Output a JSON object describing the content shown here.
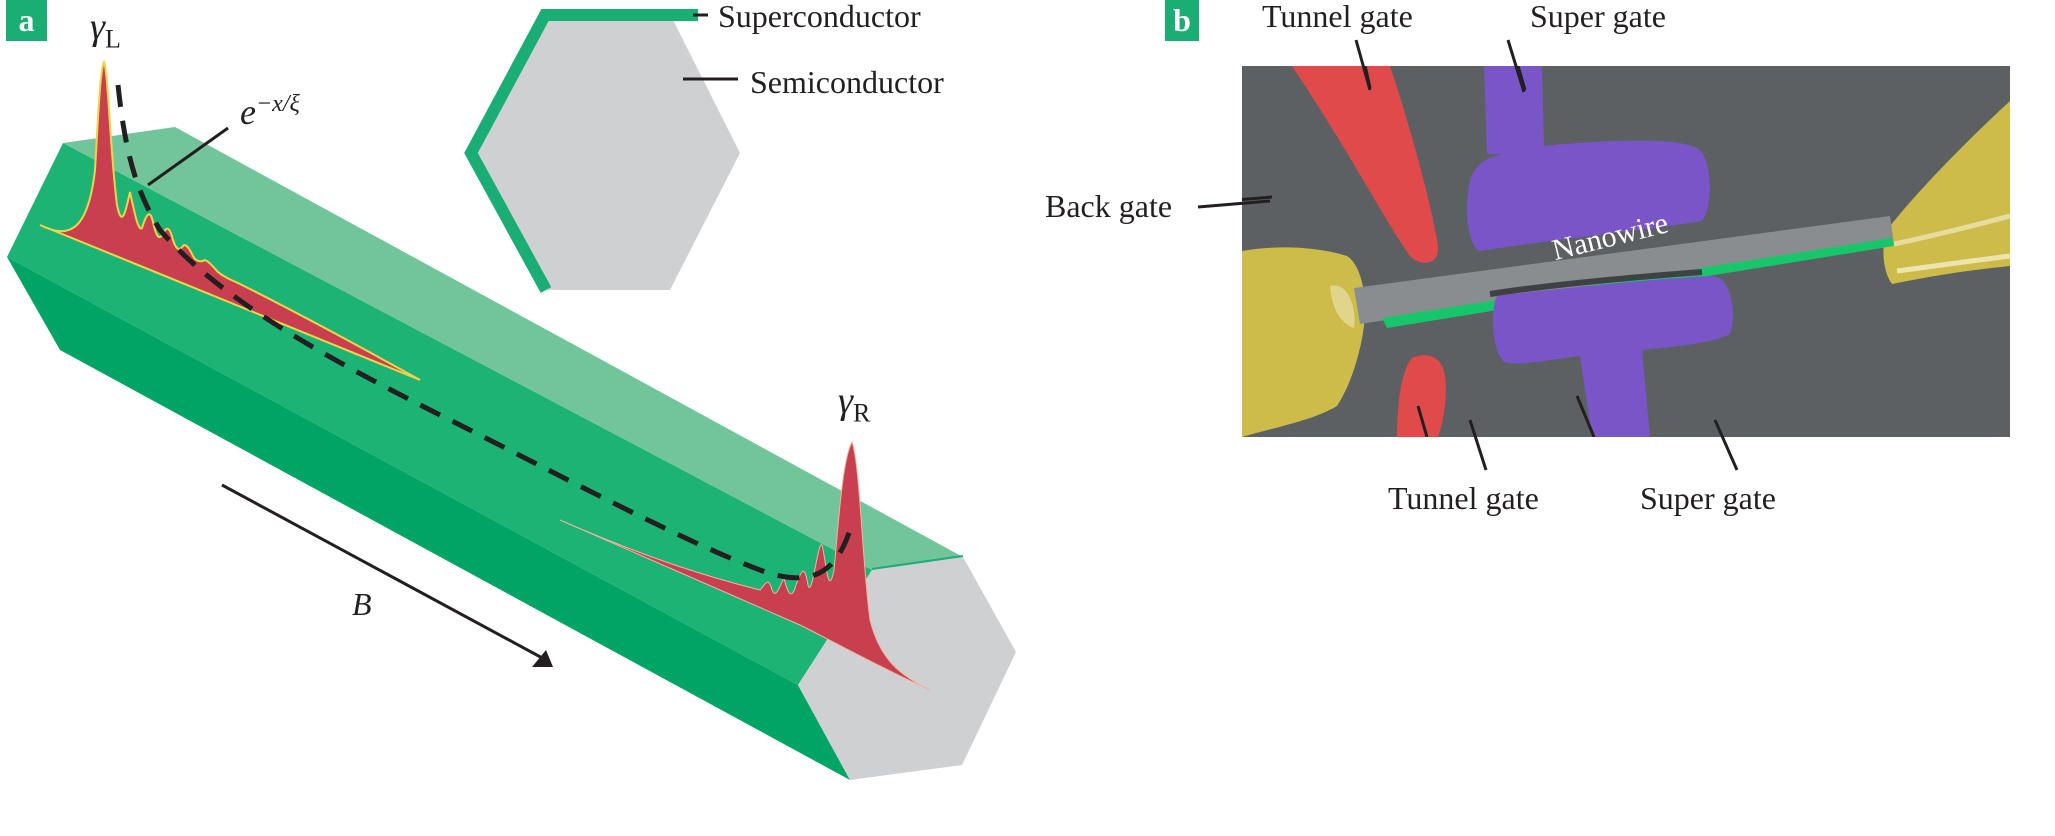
{
  "panel_a": {
    "badge": "a",
    "gamma_left": {
      "symbol": "γ",
      "subscript": "L"
    },
    "gamma_right": {
      "symbol": "γ",
      "subscript": "R"
    },
    "decay_label": {
      "base": "e",
      "exponent": "−x/ξ"
    },
    "field_label": "B",
    "cross_section": {
      "superconductor_label": "Superconductor",
      "semiconductor_label": "Semiconductor"
    },
    "colors": {
      "superconductor": "#1aae74",
      "top_face": "#72c59a",
      "upper_face": "#1db374",
      "lower_face": "#00a565",
      "semiconductor": "#cfd0d2",
      "wavefunction": "#c8404f",
      "wavefunction_edge": "#f1d34a"
    }
  },
  "panel_b": {
    "badge": "b",
    "labels": {
      "tunnel_gate_top": "Tunnel gate",
      "super_gate_top": "Super gate",
      "back_gate": "Back gate",
      "nanowire": "Nanowire",
      "tunnel_gate_bottom": "Tunnel gate",
      "super_gate_bottom": "Super gate"
    },
    "colors": {
      "substrate": "#5c6063",
      "tunnel_gate": "#e04a4a",
      "super_gate": "#7a55c8",
      "contact": "#cdbb4a",
      "nanowire": "#8a8d90",
      "superconductor_stripe": "#17c66a"
    }
  }
}
